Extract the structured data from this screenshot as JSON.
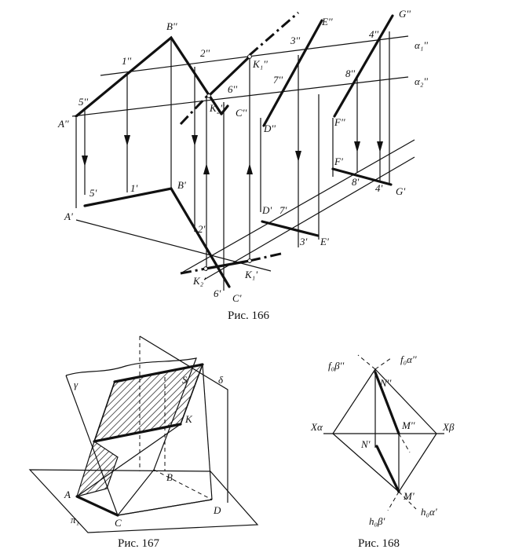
{
  "fig166": {
    "caption": "Рис. 166",
    "labels": {
      "Bpp": "B''",
      "Epp": "E''",
      "Gpp": "G''",
      "p1pp": "1''",
      "p2pp": "2''",
      "p3pp": "3''",
      "p4pp": "4''",
      "K1pp": "K₁''",
      "alpha1": "α₁''",
      "alpha2": "α₂''",
      "p5pp": "5''",
      "p6pp": "6''",
      "p7pp": "7''",
      "p8pp": "8''",
      "K2pp": "K₂''",
      "Cpp": "C''",
      "App": "A''",
      "Dpp": "D''",
      "Fpp": "F''",
      "Fp": "F'",
      "p8p": "8'",
      "p4p": "4'",
      "Gp": "G'",
      "p5p": "5'",
      "p1p": "1'",
      "Bp": "B'",
      "Dp": "D'",
      "p7p": "7'",
      "Ap": "A'",
      "p2p": "2'",
      "p3p": "3'",
      "Ep": "E'",
      "K2p": "K₂'",
      "K1p": "K₁'",
      "p6p": "6'",
      "Cp": "C'"
    }
  },
  "fig167": {
    "caption": "Рис. 167",
    "labels": {
      "gamma": "γ",
      "delta": "δ",
      "S": "S",
      "K": "K",
      "B": "B",
      "A": "A",
      "C": "C",
      "D": "D",
      "pi1": "π₁"
    }
  },
  "fig168": {
    "caption": "Рис. 168",
    "labels": {
      "f0b": "f₀β''",
      "f0a": "f₀α''",
      "Npp": "N''",
      "Mpp": "M''",
      "Xa": "Xα",
      "Xb": "Xβ",
      "Np": "N'",
      "Mp": "M'",
      "h0b": "h₀β'",
      "h0a": "h₀α'"
    }
  }
}
